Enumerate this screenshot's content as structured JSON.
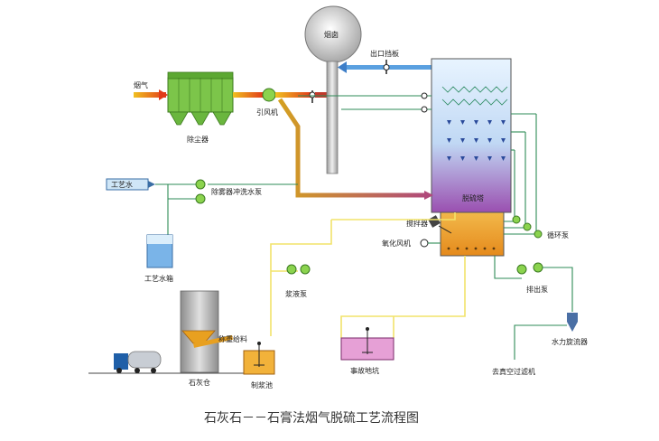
{
  "labels": {
    "flue_gas_in": "烟气",
    "dust_collector": "除尘器",
    "id_fan": "引风机",
    "chimney": "烟囱",
    "outlet_damper": "出口挡板",
    "absorber": "脱硫塔",
    "process_water": "工艺水",
    "mist_eliminator_pump": "除雾器冲洗水泵",
    "water_tank": "工艺水箱",
    "agitator": "搅拌器",
    "oxidation_fan": "氧化风机",
    "circulation_pump": "循环泵",
    "slurry_pump": "浆液泵",
    "discharge_pump": "排出泵",
    "hydrocyclone": "水力旋流器",
    "vacuum_filter": "去真空过滤机",
    "limestone_silo": "石灰仓",
    "weigh_feeder": "称重给料",
    "slurry_tank": "制浆池",
    "accident_pit": "事故地坑"
  },
  "caption": "石灰石－－石膏法烟气脱硫工艺流程图"
}
